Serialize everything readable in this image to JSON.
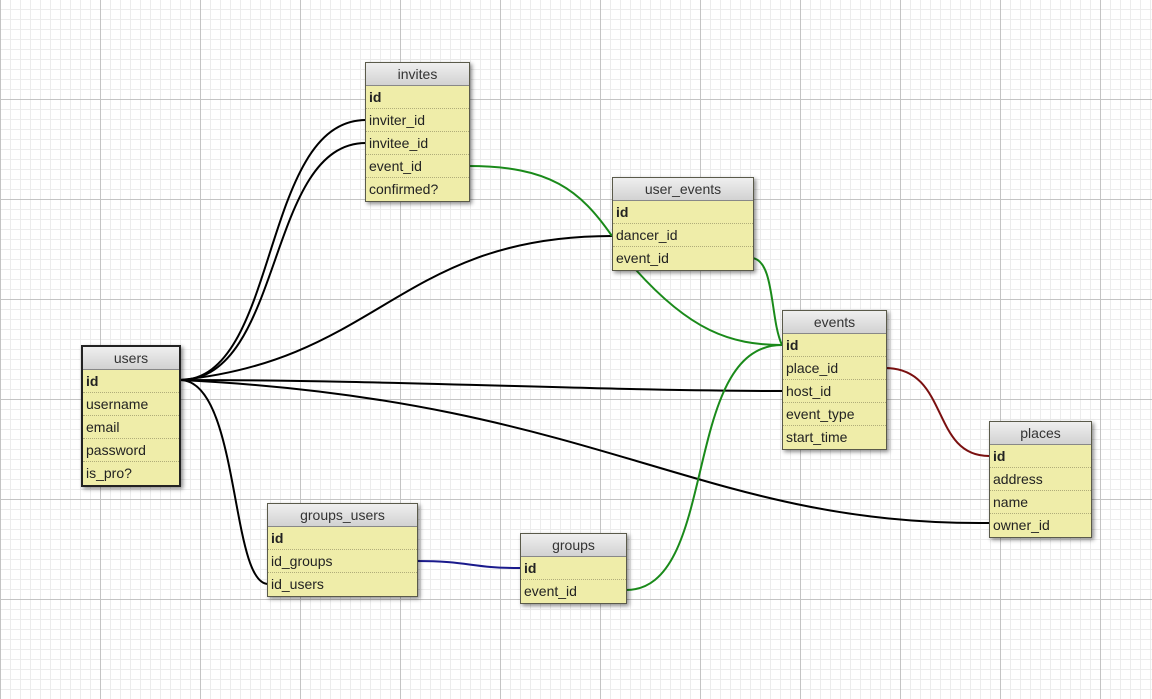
{
  "tables": {
    "invites": {
      "title": "invites",
      "fields": [
        "id",
        "inviter_id",
        "invitee_id",
        "event_id",
        "confirmed?"
      ]
    },
    "user_events": {
      "title": "user_events",
      "fields": [
        "id",
        "dancer_id",
        "event_id"
      ]
    },
    "users": {
      "title": "users",
      "fields": [
        "id",
        "username",
        "email",
        "password",
        "is_pro?"
      ]
    },
    "events": {
      "title": "events",
      "fields": [
        "id",
        "place_id",
        "host_id",
        "event_type",
        "start_time"
      ]
    },
    "places": {
      "title": "places",
      "fields": [
        "id",
        "address",
        "name",
        "owner_id"
      ]
    },
    "groups_users": {
      "title": "groups_users",
      "fields": [
        "id",
        "id_groups",
        "id_users"
      ]
    },
    "groups": {
      "title": "groups",
      "fields": [
        "id",
        "event_id"
      ]
    }
  },
  "colors": {
    "users_relation": "#000000",
    "events_relation": "#1a8a1a",
    "places_relation": "#7a1010",
    "groups_relation": "#1a1a8c",
    "table_fill": "#efeda9"
  }
}
